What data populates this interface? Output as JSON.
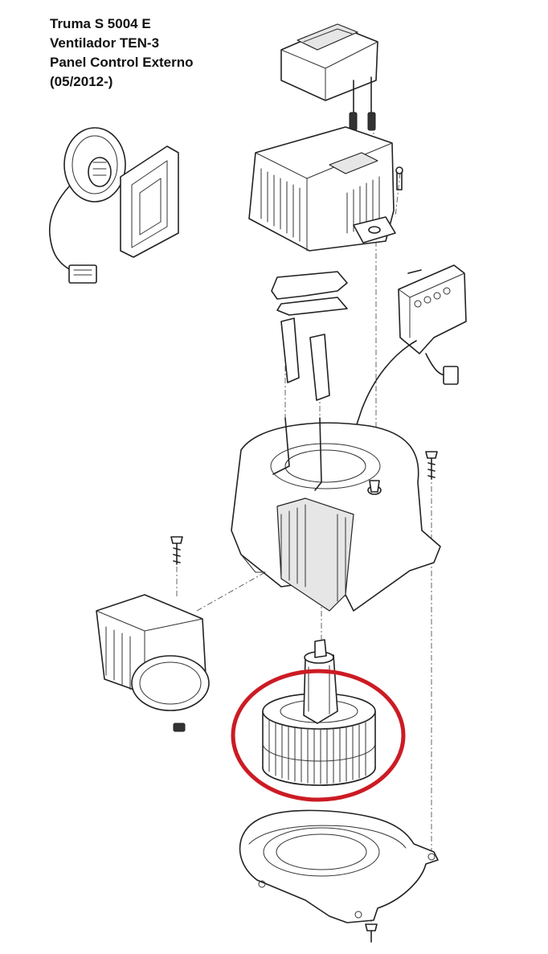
{
  "title": {
    "line1": "Truma S 5004 E",
    "line2": "Ventilador TEN-3",
    "line3": "Panel Control Externo",
    "line4": "(05/2012-)"
  },
  "colors": {
    "highlight": "#cc1b24",
    "line": "#222222",
    "background": "#ffffff"
  },
  "parts": [
    "transformer",
    "external-control-panel",
    "fan-motor-housing-cover",
    "control-board",
    "wire-clip",
    "clamp-supports",
    "fan-housing",
    "air-outlet-connector",
    "fan-impeller",
    "mounting-plate",
    "screws"
  ]
}
